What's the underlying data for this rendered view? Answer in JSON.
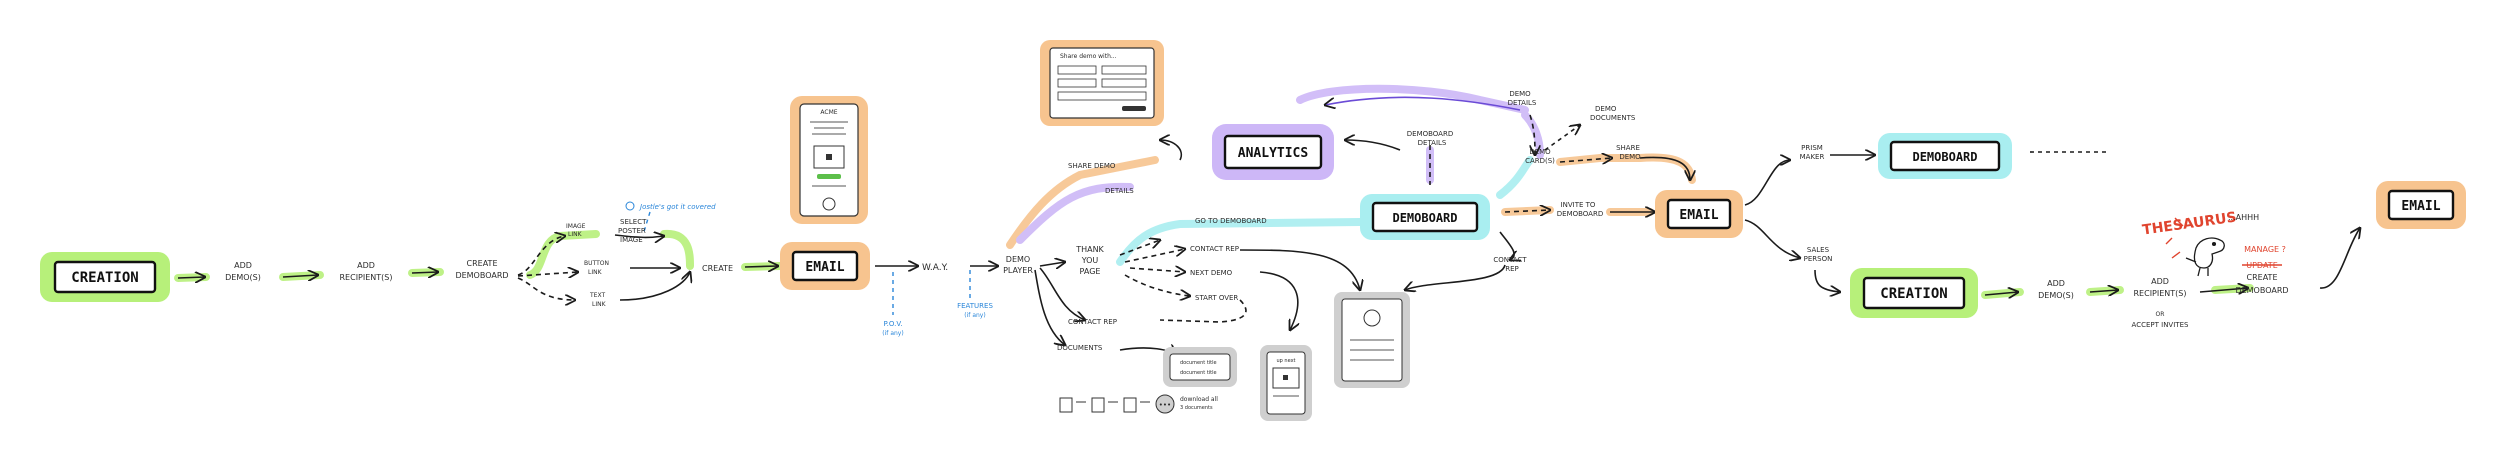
{
  "colors": {
    "green": "#b7f07a",
    "orange": "#f7c48f",
    "purple": "#cdb7f7",
    "cyan": "#a9eef0",
    "gray": "#cfcfcf",
    "blue": "#2a86d9",
    "red": "#e0442e",
    "ink": "#1b1b1b"
  },
  "nodes": {
    "creation_1": "CREATION",
    "email_1": "EMAIL",
    "analytics": "ANALYTICS",
    "demoboard_1": "DEMOBOARD",
    "email_2": "EMAIL",
    "demoboard_2": "DEMOBOARD",
    "creation_2": "CREATION",
    "email_3": "EMAIL"
  },
  "labels": {
    "add_demos": [
      "ADD",
      "DEMO(S)"
    ],
    "add_recipients": [
      "ADD",
      "RECIPIENT(S)"
    ],
    "create_demoboard": [
      "CREATE",
      "DEMOBOARD"
    ],
    "image_link": [
      "IMAGE",
      "LINK"
    ],
    "select_poster_image": [
      "SELECT",
      "POSTER",
      "IMAGE"
    ],
    "button_link": [
      "BUTTON",
      "LINK"
    ],
    "text_link": [
      "TEXT",
      "LINK"
    ],
    "create": "CREATE",
    "way": "W.A.Y.",
    "demo_player": [
      "DEMO",
      "PLAYER"
    ],
    "share_demo": "SHARE DEMO",
    "details": "DETAILS",
    "thank_you_page": [
      "THANK",
      "YOU",
      "PAGE"
    ],
    "go_to_demoboard": "GO TO DEMOBOARD",
    "contact_rep_1": "CONTACT REP",
    "next_demo": "NEXT DEMO",
    "start_over": "START OVER",
    "contact_rep_2": "CONTACT REP",
    "documents": "DOCUMENTS",
    "demo_details": [
      "DEMO",
      "DETAILS"
    ],
    "demoboard_details": [
      "DEMOBOARD",
      "DETAILS"
    ],
    "demo_documents": [
      "DEMO",
      "DOCUMENTS"
    ],
    "demo_cards": [
      "DEMO",
      "CARD(S)"
    ],
    "share_demo_2": [
      "SHARE",
      "DEMO"
    ],
    "invite_to_demoboard": [
      "INVITE TO",
      "DEMOBOARD"
    ],
    "contact_rep_3": [
      "CONTACT",
      "REP"
    ],
    "prism_maker": [
      "PRISM",
      "MAKER"
    ],
    "sales_person": [
      "SALES",
      "PERSON"
    ],
    "add_demos_2": [
      "ADD",
      "DEMO(S)"
    ],
    "add_recipients_2": [
      "ADD",
      "RECIPIENT(S)"
    ],
    "or_accept_invites": [
      "OR",
      "ACCEPT INVITES"
    ],
    "manage": "MANAGE ?",
    "update": "UPDATE",
    "create_2": "CREATE",
    "demoboard_word": "DEMOBOARD",
    "thesaurus": "THESAURUS",
    "ahhh": "...AHHH",
    "pov": [
      "P.O.V.",
      "(if any)"
    ],
    "features": [
      "FEATURES",
      "(if any)"
    ],
    "jostle_note": "Jostle's got it covered",
    "form_title": "Share demo with...",
    "doc_1": "document title",
    "doc_2": "document title",
    "download_all": [
      "download all",
      "3 documents"
    ],
    "phone_logo": "ACME",
    "popup_title": "up next"
  }
}
